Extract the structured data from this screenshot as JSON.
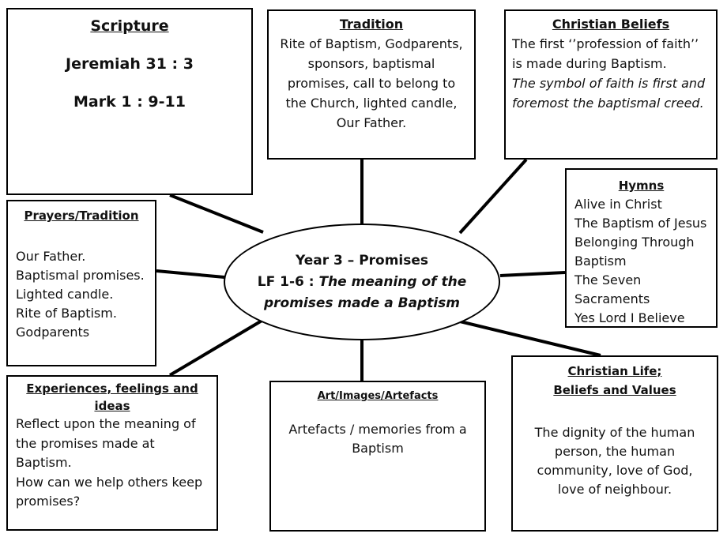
{
  "hub": {
    "title": "Year 3 – Promises",
    "lf_label": "LF 1-6 : ",
    "lf_text": "The meaning of the promises made a Baptism"
  },
  "scripture": {
    "title": "Scripture",
    "refs": [
      "Jeremiah 31 : 3",
      "Mark 1 : 9-11"
    ]
  },
  "tradition": {
    "title": "Tradition",
    "lines": [
      "Rite of Baptism, Godparents,",
      "sponsors, baptismal",
      "promises, call to belong to",
      "the Church, lighted candle,",
      "Our Father."
    ]
  },
  "christian_beliefs": {
    "title": "Christian Beliefs",
    "lines": [
      "The first ‘’profession of faith’’",
      "is made during Baptism."
    ],
    "italic_lines": [
      "The symbol of faith is first and",
      "foremost the baptismal creed."
    ]
  },
  "prayers": {
    "title": "Prayers/Tradition",
    "lines": [
      "Our Father.",
      "Baptismal promises.",
      "Lighted candle.",
      "Rite of Baptism.",
      "Godparents"
    ]
  },
  "hymns": {
    "title": "Hymns",
    "lines": [
      "Alive in Christ",
      "The Baptism of Jesus",
      "Belonging Through",
      "Baptism",
      "The Seven",
      "Sacraments",
      "Yes Lord I Believe"
    ]
  },
  "experiences": {
    "title_lines": [
      "Experiences, feelings and",
      "ideas"
    ],
    "lines": [
      "Reflect upon the meaning of",
      "the promises made at",
      "Baptism.",
      "How can we help others keep",
      "promises?"
    ]
  },
  "art": {
    "title": "Art/Images/Artefacts",
    "lines": [
      "Artefacts / memories from a",
      "Baptism"
    ]
  },
  "christian_life": {
    "title_lines": [
      "Christian Life;",
      "Beliefs and Values"
    ],
    "lines": [
      "The dignity of the human",
      "person, the human",
      "community, love of God,",
      "love of neighbour."
    ]
  }
}
